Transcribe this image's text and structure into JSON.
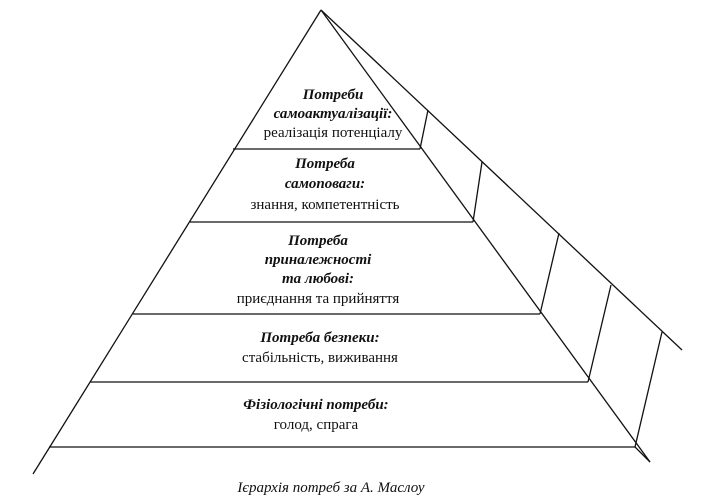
{
  "pyramid": {
    "levels": [
      {
        "title_lines": [
          "Потреби",
          "самоактуалізації:"
        ],
        "description": "реалізація потенціалу"
      },
      {
        "title_lines": [
          "Потреба",
          "самоповаги:"
        ],
        "description": "знання, компетентність"
      },
      {
        "title_lines": [
          "Потреба",
          "приналежності",
          "та любові:"
        ],
        "description": "приєднання та прийняття"
      },
      {
        "title_lines": [
          "Потреба безпеки:"
        ],
        "description": "стабільність, виживання"
      },
      {
        "title_lines": [
          "Фізіологічні потреби:"
        ],
        "description": "голод, спрага"
      }
    ]
  },
  "caption": "Ієрархія потреб за А. Маслоу"
}
